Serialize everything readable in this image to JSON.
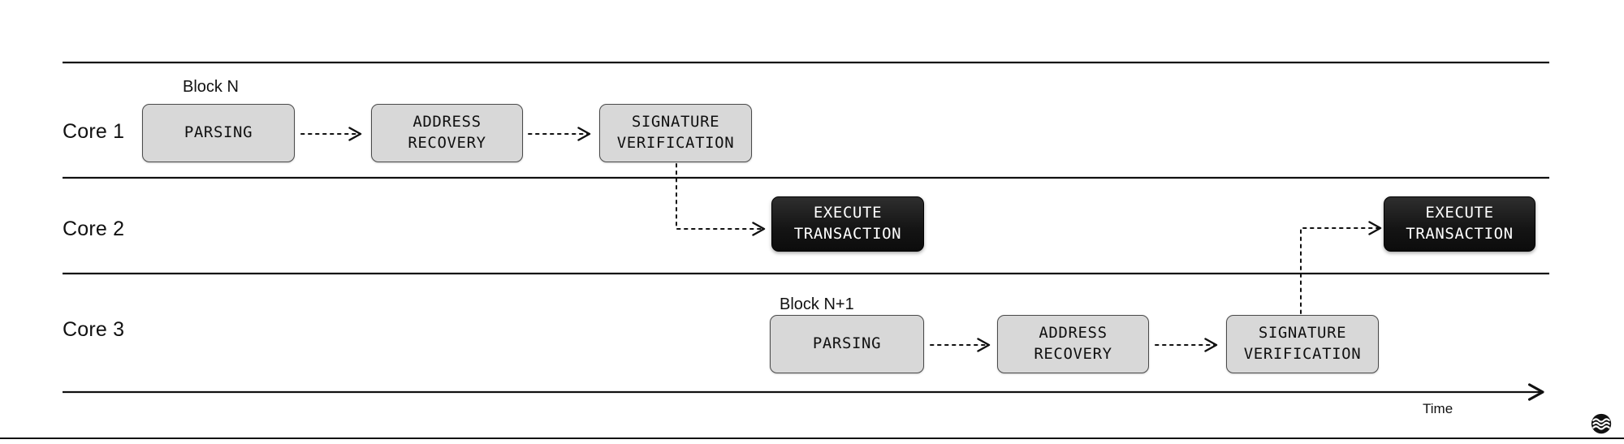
{
  "diagram": {
    "title_visible": false,
    "background_color": "#ffffff",
    "stage_fill": "#d8d8d8",
    "stage_stroke": "#4a4a4a",
    "exec_fill": "#141414",
    "exec_text_color": "#ffffff",
    "line_color": "#111111"
  },
  "lanes": [
    {
      "label": "Core 1"
    },
    {
      "label": "Core 2"
    },
    {
      "label": "Core 3"
    }
  ],
  "block_labels": [
    {
      "text": "Block N"
    },
    {
      "text": "Block N+1"
    }
  ],
  "nodes": {
    "core1": [
      {
        "label": "PARSING",
        "kind": "stage"
      },
      {
        "label": "ADDRESS\nRECOVERY",
        "kind": "stage"
      },
      {
        "label": "SIGNATURE\nVERIFICATION",
        "kind": "stage"
      }
    ],
    "core2": [
      {
        "label": "EXECUTE\nTRANSACTION",
        "kind": "execute"
      },
      {
        "label": "EXECUTE\nTRANSACTION",
        "kind": "execute"
      }
    ],
    "core3": [
      {
        "label": "PARSING",
        "kind": "stage"
      },
      {
        "label": "ADDRESS\nRECOVERY",
        "kind": "stage"
      },
      {
        "label": "SIGNATURE\nVERIFICATION",
        "kind": "stage"
      }
    ]
  },
  "axis": {
    "time_label": "Time",
    "arrow_direction": "right"
  },
  "logo": {
    "name": "wavy-circle-logo"
  }
}
